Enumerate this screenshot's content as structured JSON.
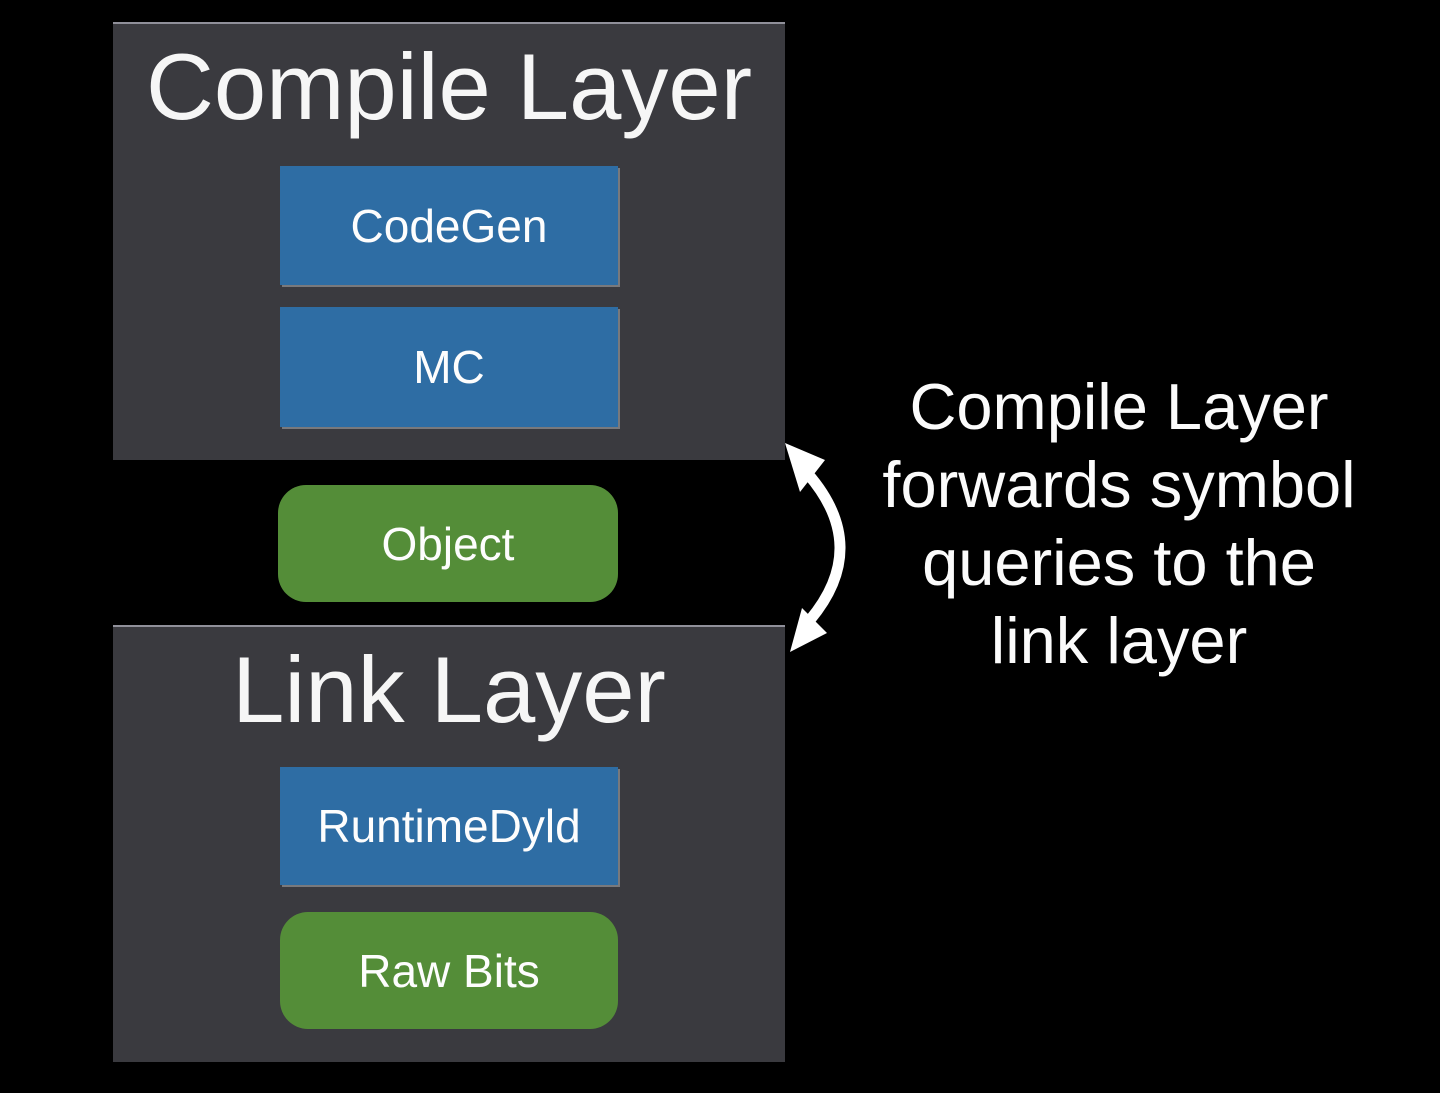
{
  "slide": {
    "background": "#000000",
    "panel_color": "#3a3a3f",
    "accent_blue": "#2e6da4",
    "accent_green": "#548d38",
    "text_color": "#ffffff"
  },
  "compile_panel": {
    "title": "Compile Layer",
    "boxes": [
      {
        "label": "CodeGen",
        "color": "#2e6da4"
      },
      {
        "label": "MC",
        "color": "#2e6da4"
      }
    ]
  },
  "object_box": {
    "label": "Object",
    "color": "#548d38"
  },
  "link_panel": {
    "title": "Link Layer",
    "boxes": [
      {
        "label": "RuntimeDyld",
        "color": "#2e6da4"
      },
      {
        "label": "Raw Bits",
        "color": "#548d38"
      }
    ]
  },
  "arrow": {
    "icon": "bidirectional-curved-arrow",
    "color": "#ffffff"
  },
  "annotation": {
    "lines": [
      "Compile Layer",
      "forwards symbol",
      "queries to the",
      "link layer"
    ]
  }
}
